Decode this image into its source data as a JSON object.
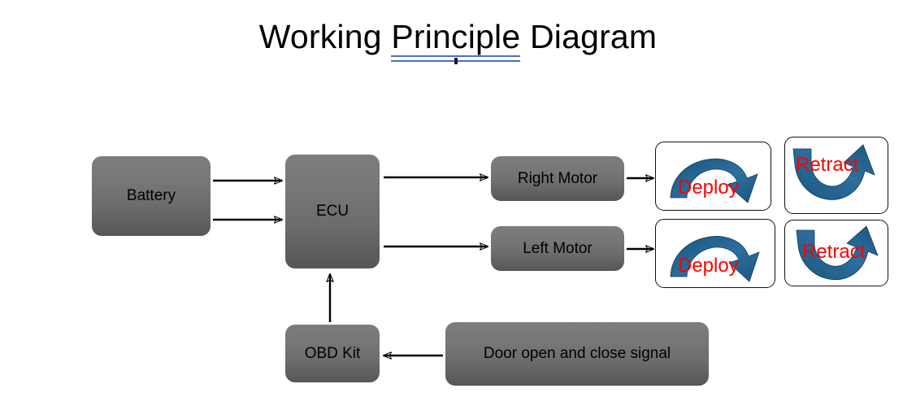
{
  "title": {
    "before": "Working ",
    "misspelled": "Principle",
    "after": " Diagram",
    "full": "Working Principle Diagram",
    "spellcheck_underline_color": "#4a6fc0"
  },
  "colors": {
    "box_fill_top": "#7d7d7d",
    "box_fill_bottom": "#565656",
    "arrow_blue": "#1a5580",
    "arrow_blue_light": "#2e6f9e",
    "caption_red": "#ff0000",
    "connector_black": "#000000",
    "background": "#ffffff"
  },
  "nodes": {
    "battery": {
      "label": "Battery"
    },
    "ecu": {
      "label": "ECU"
    },
    "right_motor": {
      "label": "Right Motor"
    },
    "left_motor": {
      "label": "Left Motor"
    },
    "obd_kit": {
      "label": "OBD Kit"
    },
    "door_signal": {
      "label": "Door open and close signal"
    }
  },
  "actions": [
    {
      "id": "deploy-right",
      "label": "Deploy",
      "icon": "curved-arrow-down-right"
    },
    {
      "id": "retract-right",
      "label": "Retract",
      "icon": "curved-arrow-up-right"
    },
    {
      "id": "deploy-left",
      "label": "Deploy",
      "icon": "curved-arrow-down-right"
    },
    {
      "id": "retract-left",
      "label": "Retract",
      "icon": "curved-arrow-up-right"
    }
  ],
  "connectors": [
    {
      "from": "battery",
      "to": "ecu",
      "direction": "right"
    },
    {
      "from": "battery",
      "to": "ecu",
      "direction": "right"
    },
    {
      "from": "ecu",
      "to": "right_motor",
      "direction": "right"
    },
    {
      "from": "ecu",
      "to": "left_motor",
      "direction": "right"
    },
    {
      "from": "right_motor",
      "to": "deploy-right",
      "direction": "right"
    },
    {
      "from": "left_motor",
      "to": "deploy-left",
      "direction": "right"
    },
    {
      "from": "obd_kit",
      "to": "ecu",
      "direction": "up"
    },
    {
      "from": "door_signal",
      "to": "obd_kit",
      "direction": "left"
    }
  ]
}
